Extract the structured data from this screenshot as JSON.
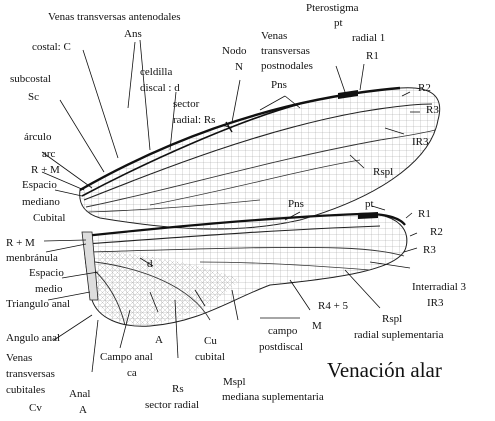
{
  "title": "Venación alar",
  "labels": {
    "venas_transversas_antenodales": "Venas transversas antenodales",
    "ans": "Ans",
    "pterostigma": "Pterostigma",
    "pt_top": "pt",
    "radial_1": "radial 1",
    "r1_top": "R1",
    "costal": "costal: C",
    "venas_transversas_postnodales_1": "Venas",
    "venas_transversas_postnodales_2": "transversas",
    "venas_transversas_postnodales_3": "postnodales",
    "nodo": "Nodo",
    "nodo_n": "N",
    "subcostal": "subcostal",
    "sc": "Sc",
    "celdilla_discal_1": "celdilla",
    "celdilla_discal_2": "discal : d",
    "sector_radial_1": "sector",
    "sector_radial_2": "radial: Rs",
    "pns_top": "Pns",
    "r2_top": "R2",
    "r3_top": "R3",
    "ir3_top": "IR3",
    "arculo": "árculo",
    "arc": "arc",
    "rm_top": "R + M",
    "espacio_mediano": "Espacio",
    "mediano": "mediano",
    "cubital": "Cubital",
    "rspl_top": "Rspl",
    "pns_bottom": "Pns",
    "pt_bottom": "pt",
    "r1_bottom": "R1",
    "r2_bottom": "R2",
    "r3_bottom": "R3",
    "rm_bottom": "R + M",
    "membranula": "menbránula",
    "d_label": "d",
    "espacio_medio_1": "Espacio",
    "espacio_medio_2": "medio",
    "triangulo_anal": "Triangulo anal",
    "interradial_1": "Interradial 3",
    "interradial_2": "IR3",
    "angulo_anal": "Angulo anal",
    "r4_5": "R4 + 5",
    "m": "M",
    "rspl_bottom": "Rspl",
    "radial_suplementaria": "radial suplementaria",
    "venas_transversas_cubitales_1": "Venas",
    "venas_transversas_cubitales_2": "transversas",
    "venas_transversas_cubitales_3": "cubitales",
    "cv": "Cv",
    "campo_anal": "Campo anal",
    "ca": "ca",
    "a_mid": "A",
    "cu": "Cu",
    "cubital_lower": "cubital",
    "campo": "campo",
    "postdiscal": "postdiscal",
    "anal": "Anal",
    "a_bottom": "A",
    "rs": "Rs",
    "sector_radial_bottom": "sector radial",
    "mspl": "Mspl",
    "mediana_suplementaria": "mediana suplementaria"
  }
}
